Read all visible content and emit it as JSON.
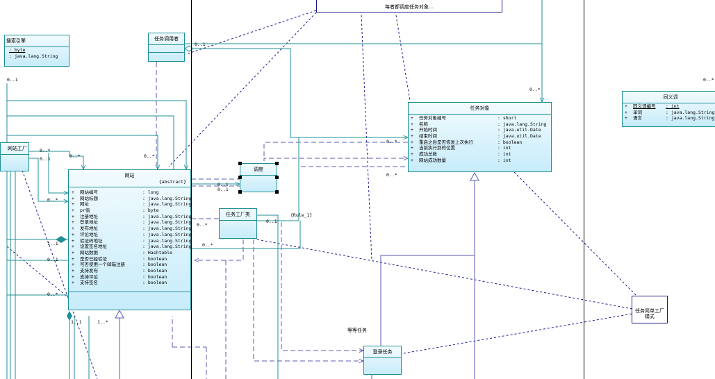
{
  "colors": {
    "association": "#1f8f96",
    "dependency": "#1a1a8c",
    "generalization": "#5a5ab4",
    "class_border": "#1f8f96"
  },
  "top_note": {
    "text": "每者都调度任务对象…"
  },
  "classes": {
    "search_engine": {
      "title": "搜索引擎",
      "rows": [
        [
          "",
          ": byte"
        ],
        [
          "",
          ": java.lang.String"
        ]
      ]
    },
    "task_caller": {
      "title": "任务调用者"
    },
    "task_object": {
      "title": "任务对象",
      "rows": [
        [
          "+",
          "任务对象编号",
          ": short"
        ],
        [
          "+",
          "名称",
          ": java.lang.String"
        ],
        [
          "+",
          "开始时间",
          ": java.util.Date"
        ],
        [
          "+",
          "结束时间",
          ": java.util.Date"
        ],
        [
          "+",
          "重启之后是否恢复上次执行",
          ": boolean"
        ],
        [
          "+",
          "当前执行到的位置",
          ": int"
        ],
        [
          "+",
          "成功总数",
          ": int"
        ],
        [
          "+",
          "网站成功数量",
          ": int"
        ]
      ]
    },
    "synonym": {
      "title": "同义词",
      "rows": [
        [
          "+",
          "同义词编号",
          ": int"
        ],
        [
          "+",
          "单词",
          ": java.lang.String"
        ],
        [
          "+",
          "语言",
          ": java.lang.String"
        ]
      ]
    },
    "factory_left": {
      "title": "网站工厂"
    },
    "website": {
      "title": "网站",
      "stereotype": "{abstract}",
      "rows": [
        [
          "+",
          "网站编号",
          ": long"
        ],
        [
          "+",
          "网站标题",
          ": java.lang.String"
        ],
        [
          "+",
          "网址",
          ": java.lang.String"
        ],
        [
          "+",
          "pr值",
          ": byte"
        ],
        [
          "+",
          "注册地址",
          ": java.lang.String"
        ],
        [
          "+",
          "登录地址",
          ": java.lang.String"
        ],
        [
          "+",
          "发布地址",
          ": java.lang.String"
        ],
        [
          "+",
          "评论地址",
          ": java.lang.String"
        ],
        [
          "+",
          "验证码地址",
          ": java.lang.String"
        ],
        [
          "+",
          "设置签名地址",
          ": java.lang.String"
        ],
        [
          "+",
          "网站数据",
          ": Hashtable"
        ],
        [
          "+",
          "是否已经验证",
          ": boolean"
        ],
        [
          "+",
          "可否使用一个邮箱注册",
          ": boolean"
        ],
        [
          "+",
          "支持发布",
          ": boolean"
        ],
        [
          "+",
          "支持评论",
          ": boolean"
        ],
        [
          "+",
          "支持签名",
          ": boolean"
        ]
      ]
    },
    "scheduler": {
      "title": "调度"
    },
    "task_factory": {
      "title": "任务工厂类"
    },
    "login_task": {
      "title": "登录任务"
    }
  },
  "notes": {
    "simple_factory": "任务简单工厂\n模式"
  },
  "labels": {
    "m_caller": "0..1",
    "m_task_obj_top": "0..*",
    "m_task_obj_left": "0..*",
    "m_task_obj_bottom": "0..*",
    "m_factory_a": "0..*",
    "m_factory_b": "0..1",
    "m_site_top_a": "0..*",
    "m_site_top_b": "0..*",
    "m_site_left_a": "0..*",
    "m_site_left_b": "1..1",
    "m_site_left_c": "0..1",
    "m_site_left_d": "0..*",
    "m_site_bottom_a": "1..1",
    "m_site_bottom_b": "1..*",
    "m_sched_a": "0..1",
    "m_sched_b": "0..1",
    "m_tf_a": "0..*",
    "m_tf_b": "0..1",
    "m_tf_c": "0..*",
    "rule_label": "{Rule_1}",
    "m_top_left": "0..1",
    "m_top_right": "0..*",
    "etc_tasks": "等等任务"
  }
}
